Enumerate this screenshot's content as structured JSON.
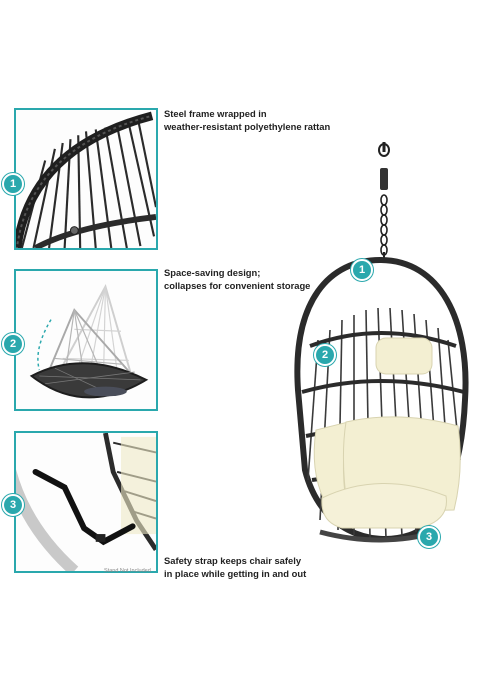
{
  "features": [
    {
      "number": "1",
      "line1": "Steel frame wrapped in",
      "line2": "weather-resistant polyethylene rattan"
    },
    {
      "number": "2",
      "line1": "Space-saving design;",
      "line2": "collapses for convenient storage"
    },
    {
      "number": "3",
      "line1": "Safety strap keeps chair safely",
      "line2": "in place while getting in and out"
    }
  ],
  "stand_note": "Stand Not Included",
  "colors": {
    "accent": "#2aa8ad",
    "cushion": "#f3efd2",
    "rattan": "#2b2b2b"
  }
}
